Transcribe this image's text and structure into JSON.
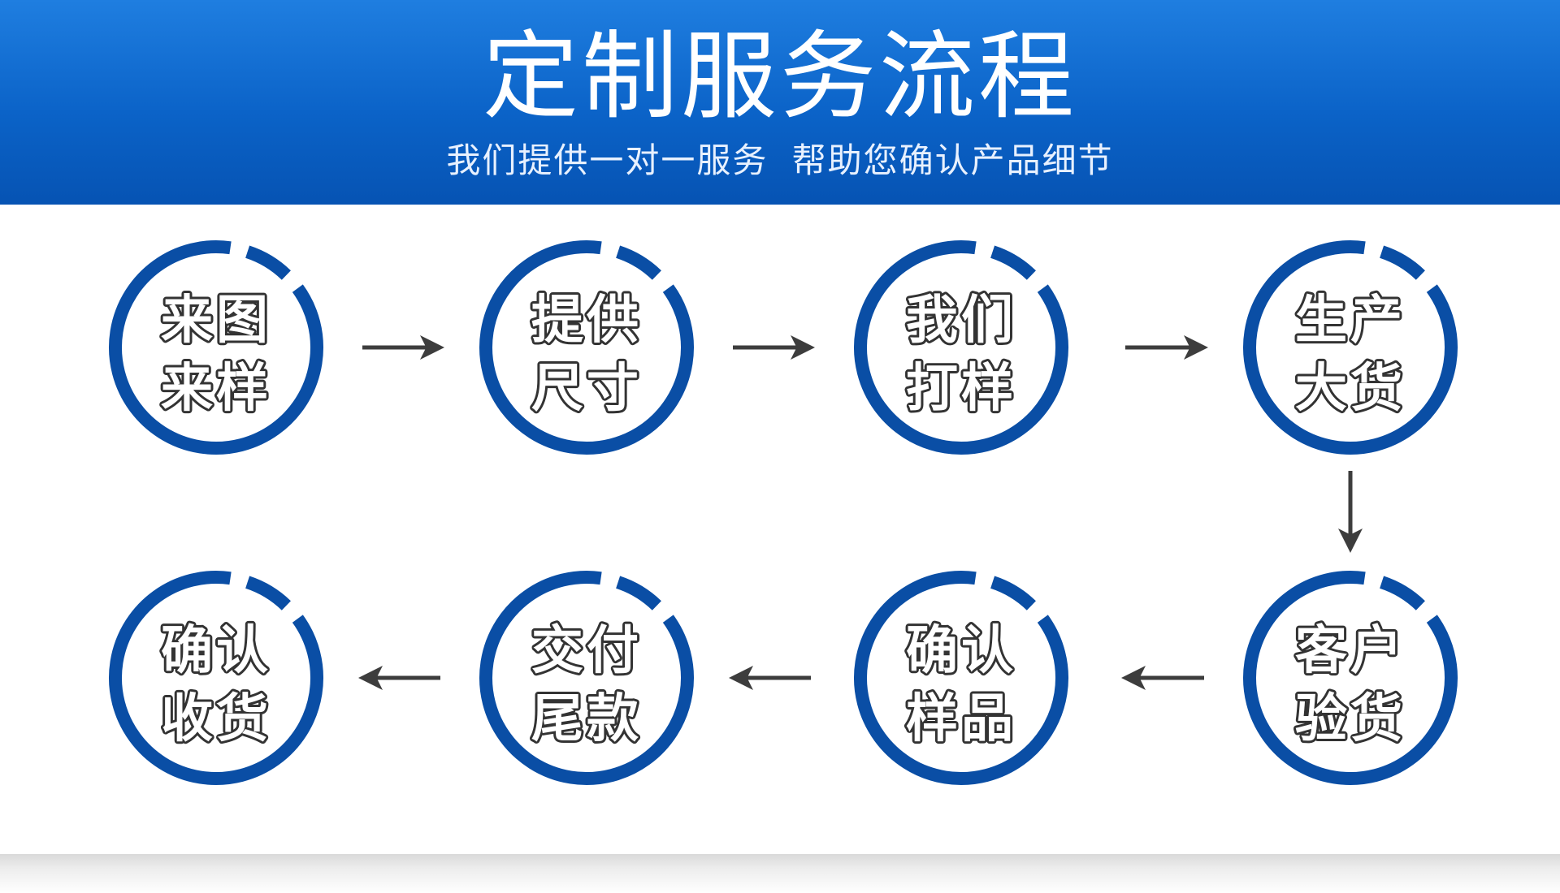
{
  "header": {
    "title": "定制服务流程",
    "subtitle": "我们提供一对一服务  帮助您确认产品细节"
  },
  "colors": {
    "header_blue": "#0b63c8",
    "ring_blue": "#0a4ea5",
    "arrow": "#3d3d3d"
  },
  "steps": [
    {
      "line1": "来图",
      "line2": "来样"
    },
    {
      "line1": "提供",
      "line2": "尺寸"
    },
    {
      "line1": "我们",
      "line2": "打样"
    },
    {
      "line1": "生产",
      "line2": "大货"
    },
    {
      "line1": "客户",
      "line2": "验货"
    },
    {
      "line1": "确认",
      "line2": "样品"
    },
    {
      "line1": "交付",
      "line2": "尾款"
    },
    {
      "line1": "确认",
      "line2": "收货"
    }
  ]
}
